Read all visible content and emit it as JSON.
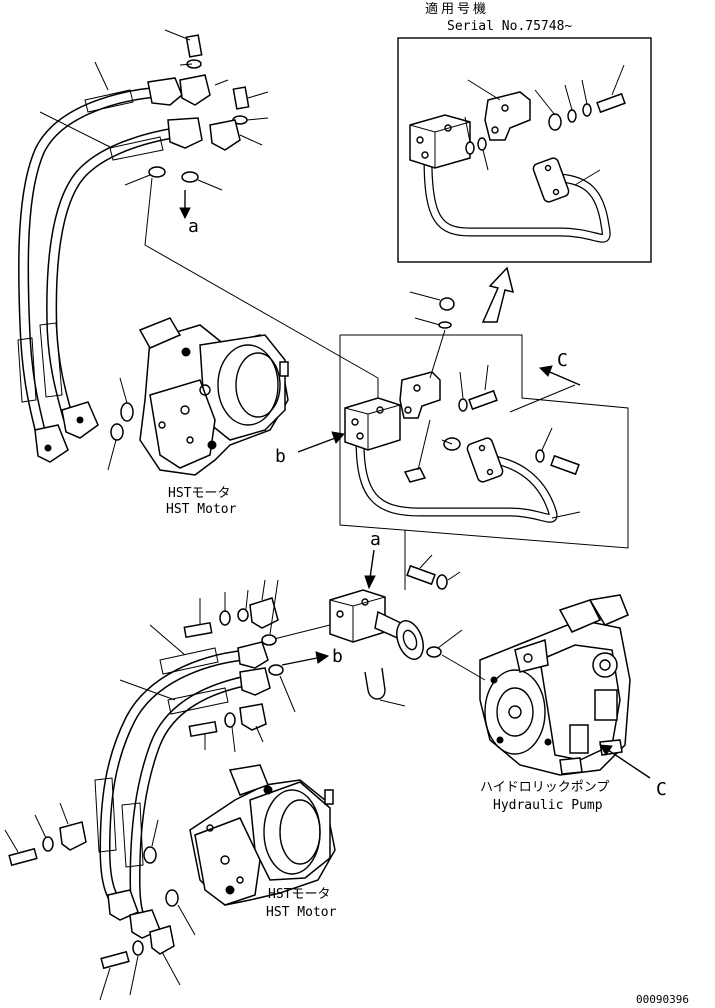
{
  "inset": {
    "title_jp": "適用号機",
    "serial": "Serial No.75748~"
  },
  "labels": {
    "hst_motor_jp": "HSTモータ",
    "hst_motor_en": "HST Motor",
    "pump_jp": "ハイドロリックポンプ",
    "pump_en": "Hydraulic Pump",
    "ref_a": "a",
    "ref_b": "b",
    "ref_c": "C"
  },
  "drawing_number": "00090396"
}
